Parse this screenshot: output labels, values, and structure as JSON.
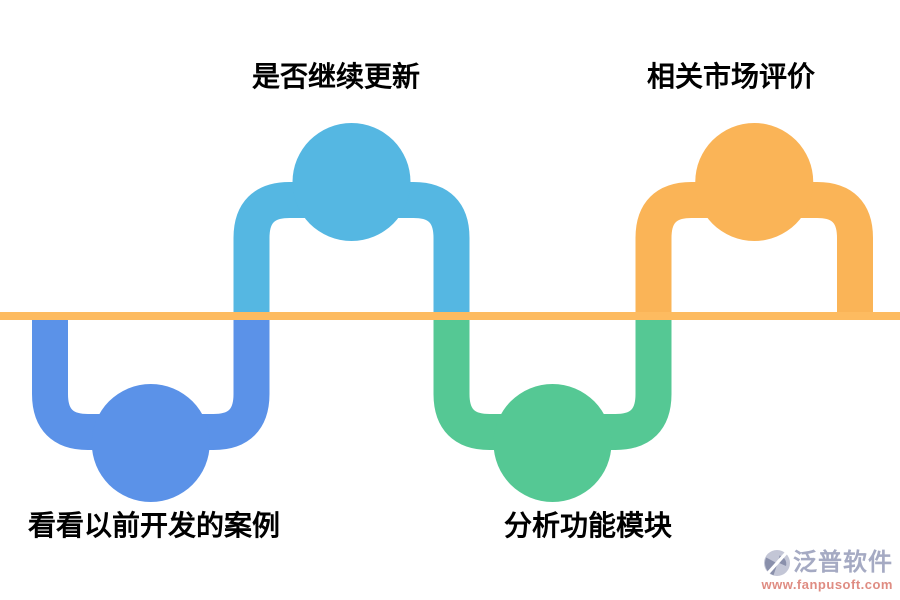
{
  "canvas": {
    "background": "#ffffff",
    "text_color": "#000000"
  },
  "timeline": {
    "line_color": "#fdbb60",
    "steps": [
      {
        "label": "看看以前开发的案例",
        "color": "#5b92e8",
        "position": "below-line"
      },
      {
        "label": "是否继续更新",
        "color": "#55b7e2",
        "position": "above-line"
      },
      {
        "label": "分析功能模块",
        "color": "#55c894",
        "position": "below-line"
      },
      {
        "label": "相关市场评价",
        "color": "#fab457",
        "position": "above-line"
      }
    ]
  },
  "watermark": {
    "brand": "泛普软件",
    "url": "www.fanpusoft.com",
    "brand_color": "#a5aac3",
    "url_color": "#df8c82",
    "icon": "fanpusoft-logo-icon",
    "icon_dark": "#8a90ab",
    "icon_light": "#c3c6d6"
  }
}
